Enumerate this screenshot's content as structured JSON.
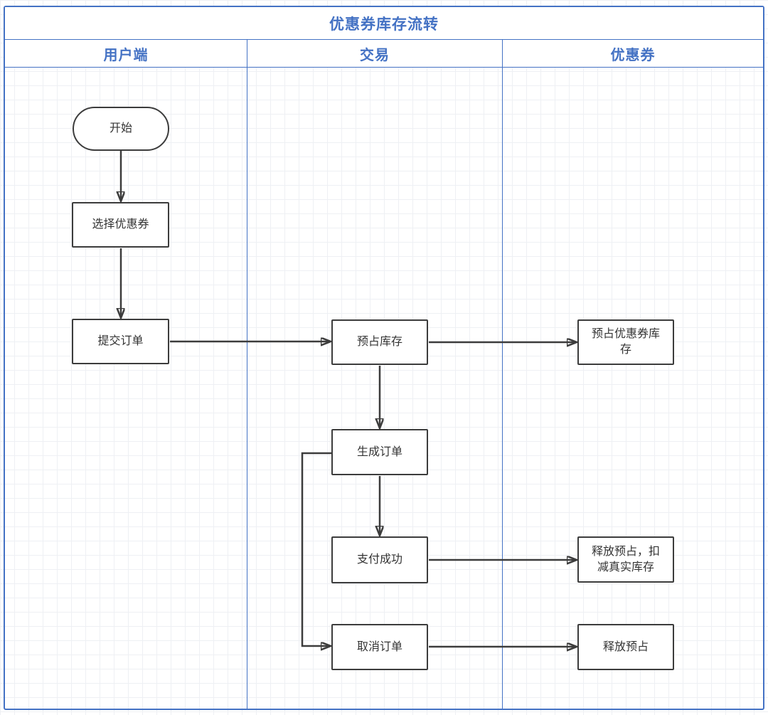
{
  "diagram": {
    "title": "优惠券库存流转",
    "lanes": [
      {
        "label": "用户端"
      },
      {
        "label": "交易"
      },
      {
        "label": "优惠券"
      }
    ],
    "nodes": [
      {
        "id": "start",
        "type": "terminator",
        "lane": "用户端",
        "label": "开始"
      },
      {
        "id": "select-coupon",
        "type": "process",
        "lane": "用户端",
        "label": "选择优惠券"
      },
      {
        "id": "submit-order",
        "type": "process",
        "lane": "用户端",
        "label": "提交订单"
      },
      {
        "id": "hold-stock",
        "type": "process",
        "lane": "交易",
        "label": "预占库存"
      },
      {
        "id": "create-order",
        "type": "process",
        "lane": "交易",
        "label": "生成订单"
      },
      {
        "id": "pay-success",
        "type": "process",
        "lane": "交易",
        "label": "支付成功"
      },
      {
        "id": "cancel-order",
        "type": "process",
        "lane": "交易",
        "label": "取消订单"
      },
      {
        "id": "hold-coupon-stock",
        "type": "process",
        "lane": "优惠券",
        "label": "预占优惠券库存"
      },
      {
        "id": "release-hold-deduct-stock",
        "type": "process",
        "lane": "优惠券",
        "label": "释放预占，扣减真实库存"
      },
      {
        "id": "release-hold",
        "type": "process",
        "lane": "优惠券",
        "label": "释放预占"
      }
    ],
    "edges": [
      {
        "from": "开始",
        "to": "选择优惠券"
      },
      {
        "from": "选择优惠券",
        "to": "提交订单"
      },
      {
        "from": "提交订单",
        "to": "预占库存"
      },
      {
        "from": "预占库存",
        "to": "预占优惠券库存"
      },
      {
        "from": "预占库存",
        "to": "生成订单"
      },
      {
        "from": "生成订单",
        "to": "支付成功"
      },
      {
        "from": "生成订单",
        "to": "取消订单"
      },
      {
        "from": "支付成功",
        "to": "释放预占，扣减真实库存"
      },
      {
        "from": "取消订单",
        "to": "释放预占"
      }
    ],
    "colors": {
      "accent": "#4472C4",
      "shape_stroke": "#3C3C3C",
      "shape_fill": "#FFFFFF",
      "shape_text": "#333333",
      "grid": "#EEF0F4"
    }
  }
}
